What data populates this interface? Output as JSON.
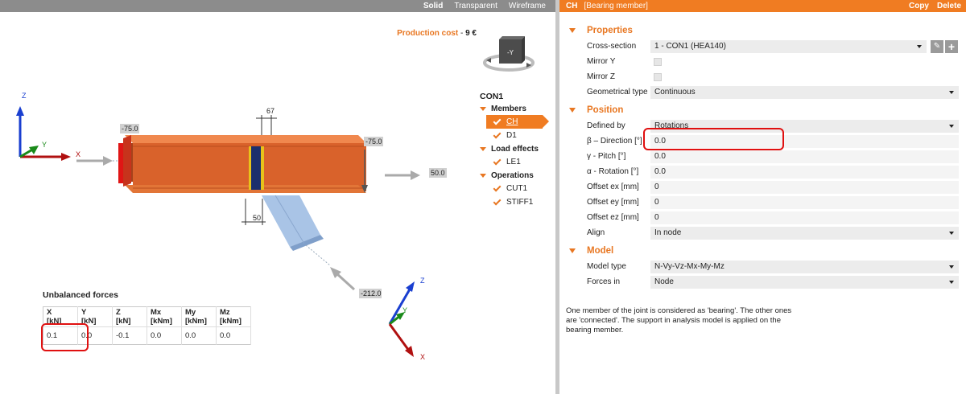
{
  "viewport": {
    "view_modes": [
      "Solid",
      "Transparent",
      "Wireframe"
    ],
    "active_mode": "Solid",
    "production_cost_label": "Production cost",
    "production_cost_value": "9 €",
    "viewcube_label": "-Y",
    "scene_labels": {
      "dim_67": "67",
      "load_left": "-75.0",
      "load_right": "-75.0",
      "load_50": "50.0",
      "dim_50": "50",
      "load_212": "-212.0",
      "axis_z": "Z",
      "axis_y": "Y",
      "axis_x": "X"
    }
  },
  "tree": {
    "root": "CON1",
    "groups": [
      {
        "label": "Members",
        "items": [
          "CH",
          "D1"
        ]
      },
      {
        "label": "Load effects",
        "items": [
          "LE1"
        ]
      },
      {
        "label": "Operations",
        "items": [
          "CUT1",
          "STIFF1"
        ]
      }
    ],
    "selected": "CH"
  },
  "unbalanced": {
    "title": "Unbalanced forces",
    "headers": [
      {
        "name": "X",
        "unit": "[kN]"
      },
      {
        "name": "Y",
        "unit": "[kN]"
      },
      {
        "name": "Z",
        "unit": "[kN]"
      },
      {
        "name": "Mx",
        "unit": "[kNm]"
      },
      {
        "name": "My",
        "unit": "[kNm]"
      },
      {
        "name": "Mz",
        "unit": "[kNm]"
      }
    ],
    "values": [
      "0.1",
      "0.0",
      "-0.1",
      "0.0",
      "0.0",
      "0.0"
    ]
  },
  "panel": {
    "name": "CH",
    "subtitle": "[Bearing member]",
    "copy_label": "Copy",
    "delete_label": "Delete",
    "sections": {
      "properties": "Properties",
      "position": "Position",
      "model": "Model"
    },
    "properties": {
      "cross_section_label": "Cross-section",
      "cross_section_value": "1 - CON1 (HEA140)",
      "mirror_y_label": "Mirror Y",
      "mirror_z_label": "Mirror Z",
      "geom_type_label": "Geometrical type",
      "geom_type_value": "Continuous"
    },
    "position": {
      "defined_by_label": "Defined by",
      "defined_by_value": "Rotations",
      "beta_label": "β – Direction [°]",
      "beta_value": "0.0",
      "gamma_label": "γ - Pitch [°]",
      "gamma_value": "0.0",
      "alpha_label": "α - Rotation [°]",
      "alpha_value": "0.0",
      "ex_label": "Offset ex [mm]",
      "ex_value": "0",
      "ey_label": "Offset ey [mm]",
      "ey_value": "0",
      "ez_label": "Offset ez [mm]",
      "ez_value": "0",
      "align_label": "Align",
      "align_value": "In node"
    },
    "model": {
      "model_type_label": "Model type",
      "model_type_value": "N-Vy-Vz-Mx-My-Mz",
      "forces_in_label": "Forces in",
      "forces_in_value": "Node"
    },
    "description": "One member of the joint is considered as 'bearing'. The other ones are 'connected'. The support in analysis model is applied on the bearing member."
  },
  "colors": {
    "accent": "#f07c22",
    "highlight": "#e01010",
    "beam": "#d9622b",
    "brace": "#a9c4e6"
  }
}
